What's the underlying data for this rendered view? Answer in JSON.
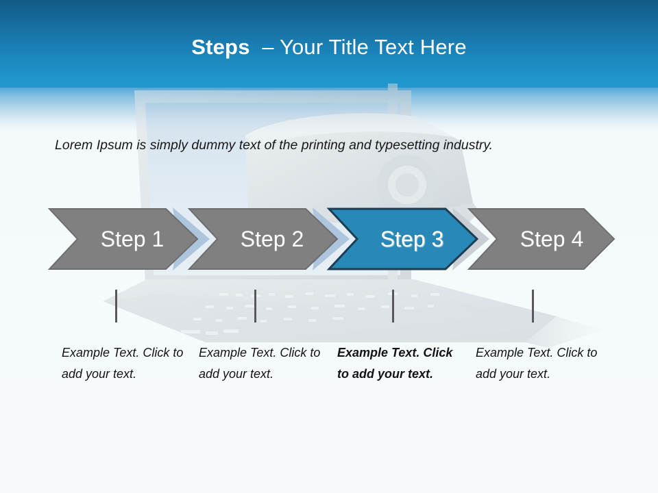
{
  "slide": {
    "title_bold": "Steps",
    "title_rest": "  – Your Title Text Here",
    "lead_paragraph": "Lorem Ipsum is simply dummy text of the printing and typesetting industry.",
    "background_art": "laptop-illustration",
    "colors": {
      "header_top": "#125a85",
      "header_bottom": "#2197ce",
      "page_background": "#f4fafb",
      "chevron_gray": "#808080",
      "chevron_gray_border": "#6d6d70",
      "chevron_highlight": "#2889b8",
      "chevron_highlight_border": "#1d3d52",
      "chevron_gap": "#adc6dd",
      "tick_line": "#58585b",
      "text_light": "#ffffff",
      "text_dark": "#141416"
    }
  },
  "steps": [
    {
      "id": "step-1",
      "label": "Step 1",
      "highlighted": false,
      "caption": "Example Text. Click  to add your text."
    },
    {
      "id": "step-2",
      "label": "Step 2",
      "highlighted": false,
      "caption": "Example Text. Click  to add your text."
    },
    {
      "id": "step-3",
      "label": "Step 3",
      "highlighted": true,
      "caption": "Example Text. Click  to add your text."
    },
    {
      "id": "step-4",
      "label": "Step 4",
      "highlighted": false,
      "caption": "Example Text. Click  to add your text."
    }
  ]
}
